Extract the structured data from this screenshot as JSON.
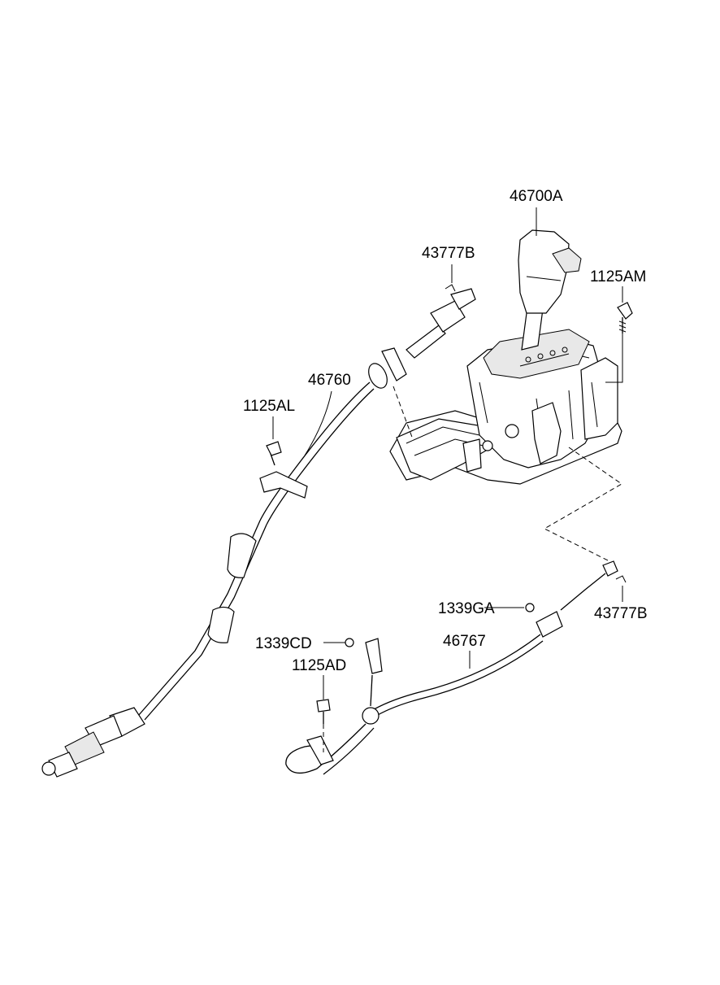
{
  "callouts": {
    "shift_lever_assy": "46700A",
    "pin_upper": "43777B",
    "bolt_upper_right": "1125AM",
    "cable_assy": "46760",
    "bolt_left": "1125AL",
    "nut_right": "1339GA",
    "pin_lower": "43777B",
    "nut_left": "1339CD",
    "lock_cable": "46767",
    "bolt_lower": "1125AD"
  }
}
